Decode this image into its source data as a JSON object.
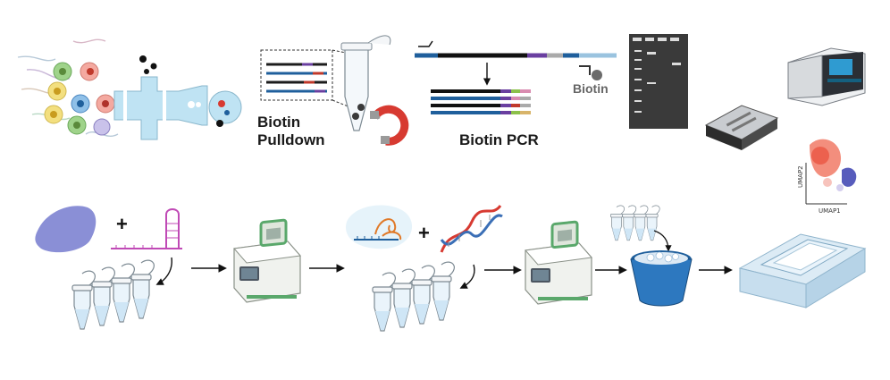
{
  "labels": {
    "biotin_pulldown_line1": "Biotin",
    "biotin_pulldown_line2": "Pulldown",
    "biotin_pcr": "Biotin PCR",
    "biotin_tag": "Biotin",
    "umap_y": "UMAP2",
    "umap_x": "UMAP1"
  },
  "colors": {
    "cell_green": "#9fd38a",
    "cell_pink": "#f4a9a0",
    "cell_yellow": "#f3df7f",
    "microfluidic_blue": "#bfe3f3",
    "tube_liquid": "#cfe6f6",
    "protein_purple": "#8a8fd6",
    "rna_magenta": "#c04ab6",
    "dna_red": "#d73a31",
    "dna_blue": "#3b6fb6",
    "thermocycler_green": "#5aa86b",
    "bucket_blue": "#1f5f9c"
  },
  "icons": [
    "cells-icon",
    "microfluidic-chip-icon",
    "magnet-icon",
    "tube-icon",
    "gel-icon",
    "sequencer-icon",
    "thermocycler-icon",
    "dna-helix-icon",
    "ice-bucket-icon",
    "flow-cell-icon",
    "umap-plot-icon"
  ]
}
